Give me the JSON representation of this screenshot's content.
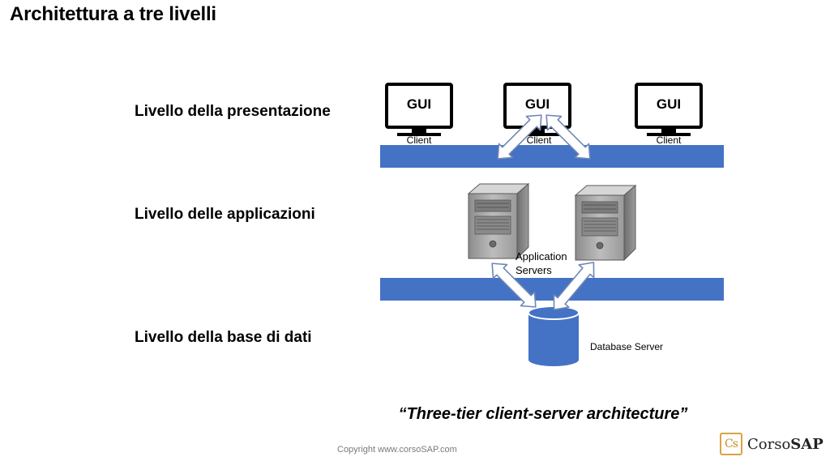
{
  "title": "Architettura a tre livelli",
  "levels": {
    "presentation": "Livello della presentazione",
    "applications": "Livello delle applicazioni",
    "data": "Livello della base di dati"
  },
  "clients": [
    {
      "screen_label": "GUI",
      "label": "Client"
    },
    {
      "screen_label": "GUI",
      "label": "Client"
    },
    {
      "screen_label": "GUI",
      "label": "Client"
    }
  ],
  "app_servers_label": {
    "line1": "Application",
    "line2": "Servers"
  },
  "database_label": "Database Server",
  "caption": "“Three-tier client-server architecture”",
  "copyright": "Copyright www.corsoSAP.com",
  "logo": {
    "mark": "Cs",
    "text_regular": "Corso",
    "text_bold": "SAP"
  },
  "colors": {
    "network_bar": "#4472c4",
    "database": "#4472c4",
    "logo_accent": "#d9a441"
  },
  "icons": [
    "monitor-icon",
    "server-icon",
    "database-icon",
    "double-arrow-icon"
  ]
}
